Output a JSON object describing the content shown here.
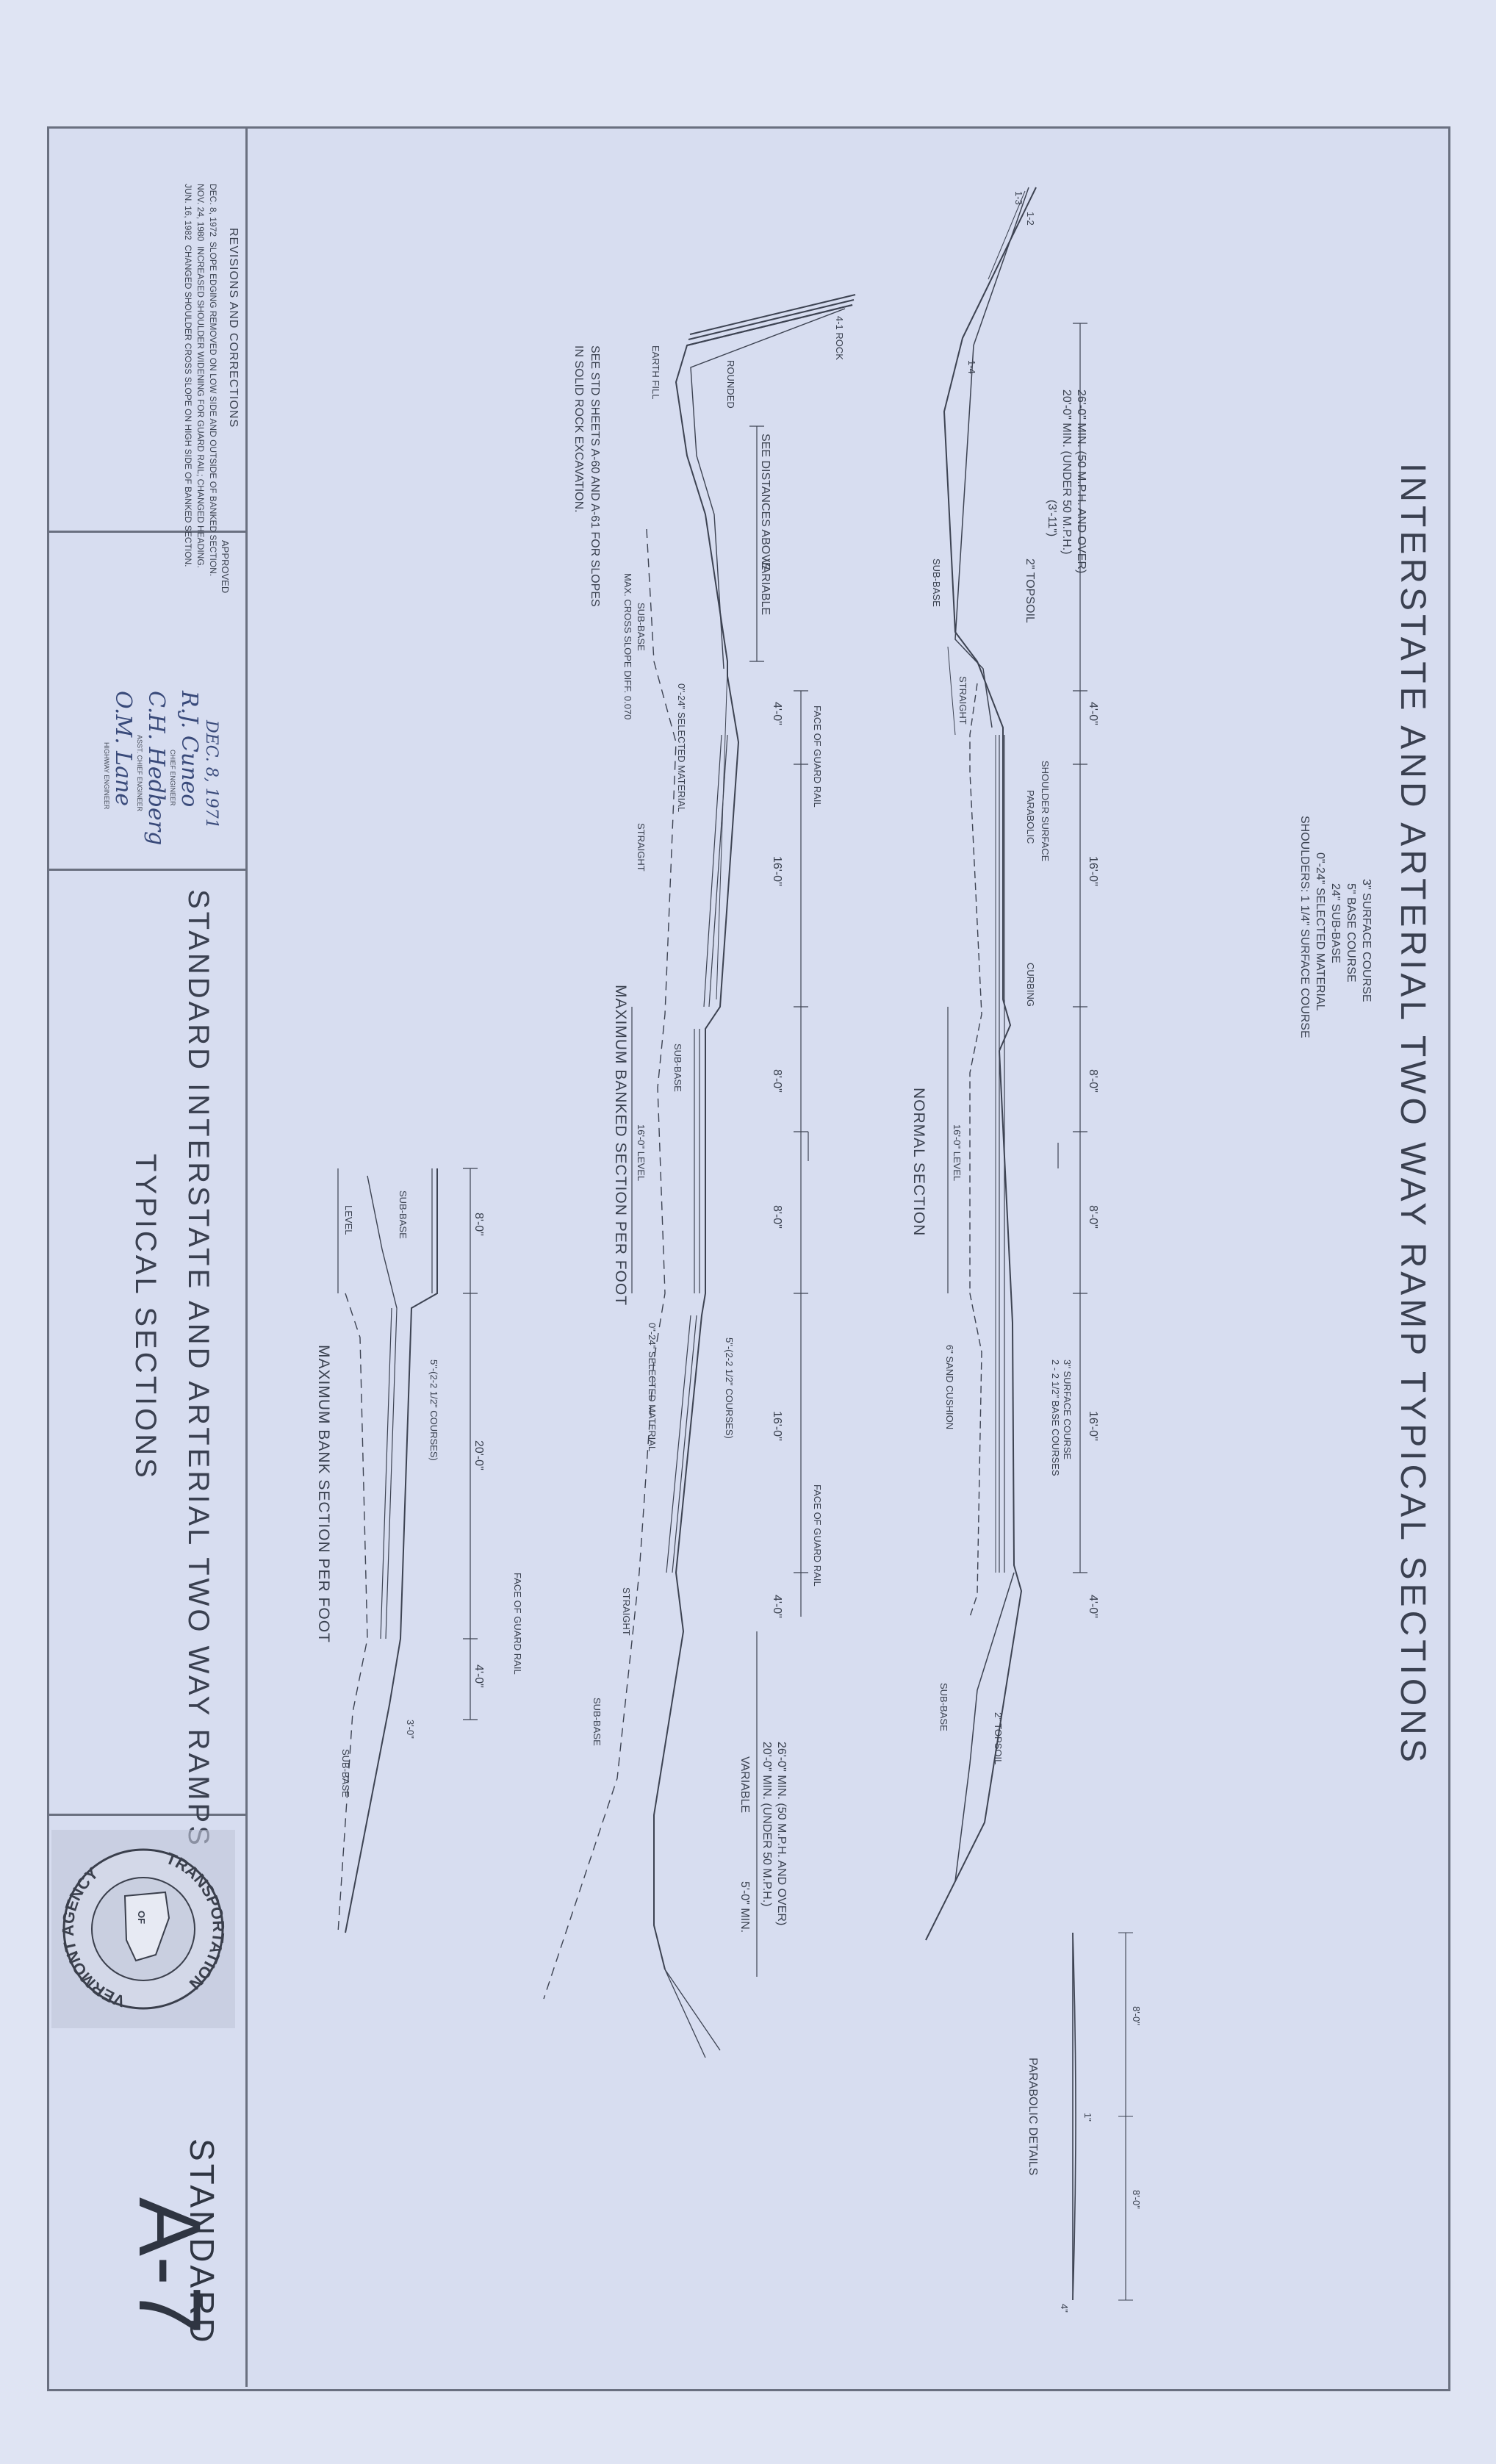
{
  "title": "INTERSTATE AND ARTERIAL TWO WAY RAMP TYPICAL SECTIONS",
  "pavement_notes": [
    "3\" SURFACE COURSE",
    "5\" BASE COURSE",
    "24\" SUB-BASE",
    "0\"-24\" SELECTED MATERIAL",
    "SHOULDERS: 1 1/4\" SURFACE COURSE"
  ],
  "normal_section": {
    "caption": "NORMAL SECTION",
    "labels": {
      "min_width": "26'-0\" MIN. (50 M.P.H. AND OVER)",
      "min_width_2": "20'-0\" MIN. (UNDER 50 M.P.H.)",
      "dim_3_11": "(3'-11\")",
      "topsoil_2": "2\" TOPSOIL",
      "sub_base": "SUB-BASE",
      "straight": "STRAIGHT",
      "slope_1_4": "1-4",
      "slope_1_3": "1-3",
      "slope_1_2": "1-2",
      "dim_4_0": "4'-0\"",
      "dim_16_0": "16'-0\"",
      "dim_8_0": "8'-0\"",
      "shoulder_surface": "SHOULDER SURFACE",
      "parabolic": "PARABOLIC",
      "curbing": "CURBING",
      "level": "16'-0\" LEVEL",
      "surface_course": "3\" SURFACE COURSE",
      "base_courses": "2 - 2 1/2\" BASE COURSES",
      "sand_cushion": "6\" SAND CUSHION",
      "topsoil_right": "2\" TOPSOIL",
      "sub_base_right": "SUB-BASE"
    }
  },
  "banked_section": {
    "caption": "MAXIMUM BANKED SECTION PER FOOT",
    "labels": {
      "rock": "4-1 ROCK",
      "earth_fill": "EARTH FILL",
      "rounded": "ROUNDED",
      "see_distances": "SEE DISTANCES ABOVE",
      "variable": "VARIABLE",
      "face_guard_rail": "FACE OF GUARD RAIL",
      "selected_material": "0\"-24\" SELECTED MATERIAL",
      "max_cross_slope": "MAX. CROSS SLOPE DIFF. 0.070",
      "sub_base": "SUB-BASE",
      "straight": "STRAIGHT",
      "dim_4_0": "4'-0\"",
      "dim_16_0": "16'-0\"",
      "dim_8_0": "8'-0\"",
      "level": "16'-0\" LEVEL",
      "courses": "5\"-(2-2 1/2\" COURSES)",
      "variable_right": "VARIABLE",
      "min_width": "26'-0\" MIN. (50 M.P.H. AND OVER)",
      "min_width_2": "20'-0\" MIN. (UNDER 50 M.P.H.)",
      "dim_5_0": "5'-0\" MIN."
    }
  },
  "slopes_note": "SEE STD SHEETS A-60 AND A-61 FOR SLOPES IN SOLID ROCK EXCAVATION.",
  "max_bank_section": {
    "caption": "MAXIMUM BANK SECTION PER FOOT",
    "labels": {
      "sub_base": "SUB-BASE",
      "level": "LEVEL",
      "dim_8_0": "8'-0\"",
      "dim_20_0": "20'-0\"",
      "dim_4_0": "4'-0\"",
      "courses": "5\"-(2-2 1/2\" COURSES)",
      "face_guard_rail": "FACE OF GUARD RAIL",
      "sub_base_right": "SUB-BASE",
      "dim_3_0": "3'-0\""
    }
  },
  "parabolic_details": {
    "caption": "PARABOLIC DETAILS",
    "dim_left": "8'-0\"",
    "dim_right": "8'-0\"",
    "rise": "1\"",
    "end": "4\""
  },
  "revisions": {
    "heading": "REVISIONS AND CORRECTIONS",
    "entries": [
      "DEC. 8, 1972  SLOPE EDGING REMOVED ON LOW SIDE AND OUTSIDE OF BANKED SECTION.",
      "NOV. 24, 1980  INCREASED SHOULDER WIDENING FOR GUARD RAIL; CHANGED HEADING.",
      "JUN. 16, 1982  CHANGED SHOULDER CROSS SLOPE ON HIGH SIDE OF BANKED SECTION."
    ]
  },
  "approved": {
    "heading": "APPROVED",
    "date": "DEC. 8, 1971",
    "signatures": [
      "R.J. Cuneo",
      "C.H. Hedberg",
      "O.M. Lane"
    ],
    "titles": [
      "CHIEF ENGINEER",
      "ASST. CHIEF ENGINEER",
      "HIGHWAY ENGINEER"
    ]
  },
  "sheet_title": [
    "STANDARD INTERSTATE AND ARTERIAL TWO WAY RAMPS",
    "TYPICAL SECTIONS"
  ],
  "seal": {
    "top": "VERMONT AGENCY",
    "of": "OF",
    "bottom": "TRANSPORTATION"
  },
  "standard": {
    "word": "STANDARD",
    "number": "A-7"
  }
}
